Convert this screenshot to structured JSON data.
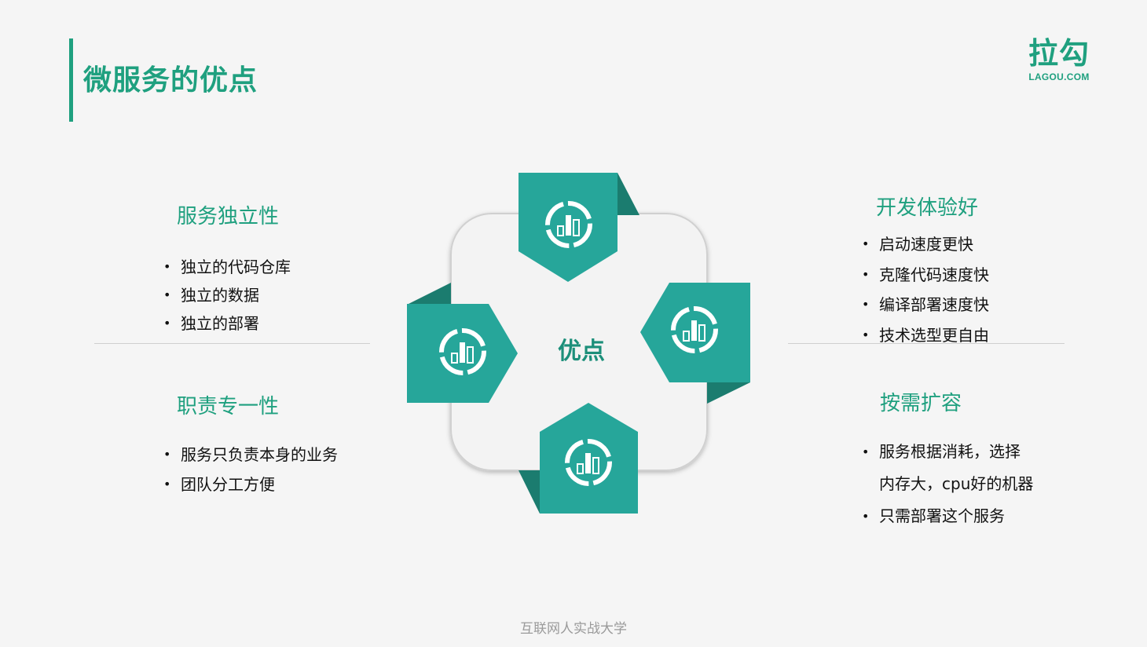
{
  "title": "微服务的优点",
  "logo": {
    "main": "拉勾",
    "sub": "LAGOU.COM"
  },
  "center_label": "优点",
  "sections": {
    "independence": {
      "title": "服务独立性",
      "items": [
        "独立的代码仓库",
        "独立的数据",
        "独立的部署"
      ]
    },
    "single_responsibility": {
      "title": "职责专一性",
      "items": [
        "服务只负责本身的业务",
        "团队分工方便"
      ]
    },
    "dev_experience": {
      "title": "开发体验好",
      "items": [
        "启动速度更快",
        "克隆代码速度快",
        "编译部署速度快",
        "技术选型更自由"
      ]
    },
    "scaling": {
      "title": "按需扩容",
      "items": [
        "服务根据消耗，选择",
        "内存大，cpu好的机器",
        "只需部署这个服务"
      ]
    }
  },
  "icons": [
    "chart-icon",
    "chart-icon",
    "chart-icon",
    "chart-icon"
  ],
  "colors": {
    "accent": "#1fa07f",
    "tile": "#26a69a",
    "tile_dark": "#1b7c6f"
  },
  "footer": "互联网人实战大学"
}
